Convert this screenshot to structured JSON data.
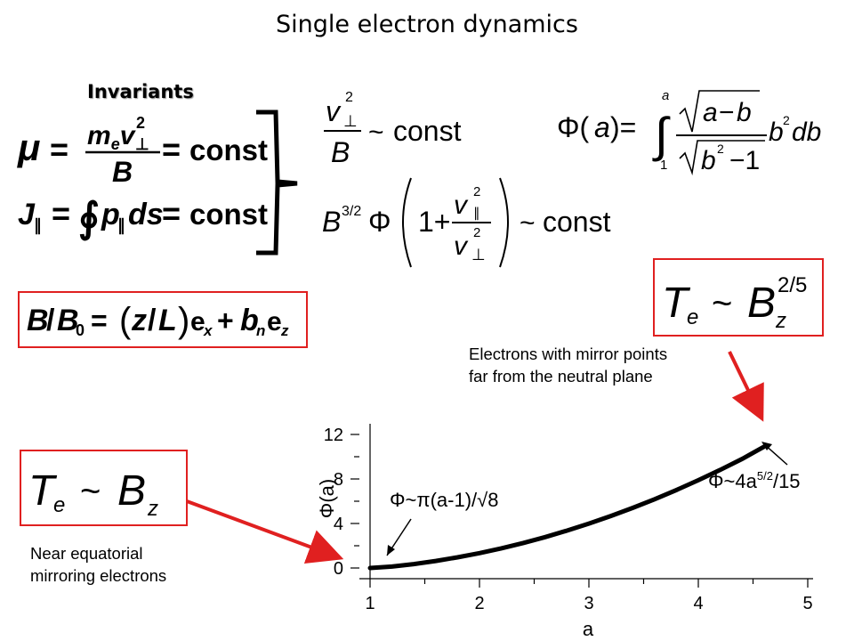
{
  "slide": {
    "title": "Single electron dynamics",
    "subtitle": "Invariants"
  },
  "equations": {
    "mu": "μ = mₑv⊥² / B = const",
    "j": "J∥ = ∮ p∥ ds = const",
    "v_over_b": "v⊥² / B ~ const",
    "b_phi": "B^(3/2) Φ(1 + v∥²/v⊥²) ~ const",
    "phi_def": "Φ(a) = ∫₁ᵃ √(a−b) / √(b²−1) b² db",
    "field": "B/B₀ = (z/L)eₓ + bₙe_z",
    "te_far": "Tₑ ~ B_z^(2/5)",
    "te_near": "Tₑ ~ B_z"
  },
  "notes": {
    "far_line1": "Electrons with mirror points",
    "far_line2": "far from the neutral plane",
    "near_line1": "Near equatorial",
    "near_line2": "mirroring electrons"
  },
  "colors": {
    "arrow": "#e02020",
    "box": "#e02020",
    "curve": "#000000"
  },
  "chart_data": {
    "type": "line",
    "xlabel": "a",
    "ylabel": "Φ(a)",
    "xlim": [
      1,
      5
    ],
    "ylim": [
      0,
      12
    ],
    "xticks": [
      "1",
      "2",
      "3",
      "4",
      "5"
    ],
    "yticks": [
      "0",
      "4",
      "8",
      "12"
    ],
    "grid": false,
    "series": [
      {
        "x": [
          1.0,
          1.2,
          1.4,
          1.6,
          1.8,
          2.0,
          2.2,
          2.4,
          2.6,
          2.8,
          3.0,
          3.2,
          3.4,
          3.6,
          3.8,
          4.0,
          4.2,
          4.4,
          4.6
        ],
        "y": [
          0.0,
          0.13,
          0.35,
          0.63,
          0.96,
          1.34,
          1.77,
          2.25,
          2.78,
          3.36,
          3.99,
          4.67,
          5.4,
          6.18,
          7.01,
          7.89,
          8.82,
          9.8,
          10.9
        ]
      }
    ],
    "annotations": [
      {
        "text": "Φ~π(a-1)/√8"
      },
      {
        "text": "Φ~4a",
        "sup": "5/2",
        "suffix": "/15"
      }
    ]
  }
}
